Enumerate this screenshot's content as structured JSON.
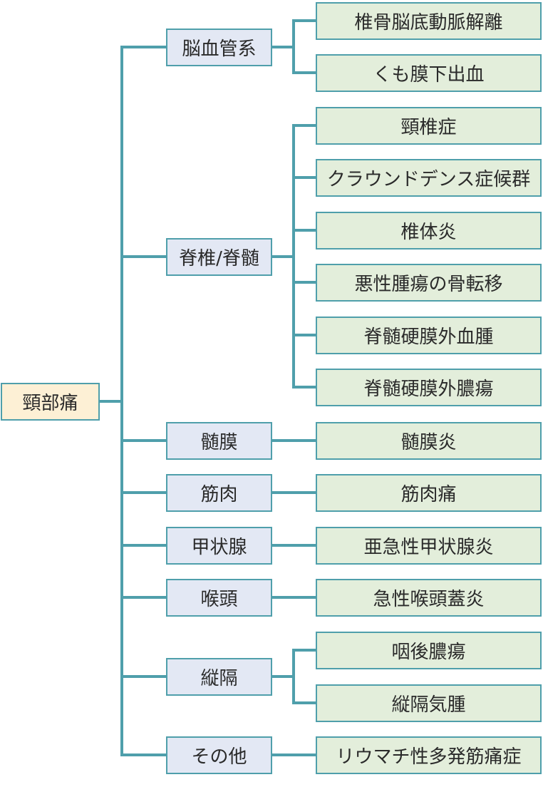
{
  "colors": {
    "connector": "#4f9fab",
    "root_fill": "#fdf0d5",
    "category_fill": "#e3e8f4",
    "leaf_fill": "#e3eedb"
  },
  "root": {
    "label": "頸部痛"
  },
  "categories": [
    {
      "label": "脳血管系",
      "children": [
        "椎骨脳底動脈解離",
        "くも膜下出血"
      ]
    },
    {
      "label": "脊椎/脊髄",
      "children": [
        "頸椎症",
        "クラウンドデンス症候群",
        "椎体炎",
        "悪性腫瘍の骨転移",
        "脊髄硬膜外血腫",
        "脊髄硬膜外膿瘍"
      ]
    },
    {
      "label": "髄膜",
      "children": [
        "髄膜炎"
      ]
    },
    {
      "label": "筋肉",
      "children": [
        "筋肉痛"
      ]
    },
    {
      "label": "甲状腺",
      "children": [
        "亜急性甲状腺炎"
      ]
    },
    {
      "label": "喉頭",
      "children": [
        "急性喉頭蓋炎"
      ]
    },
    {
      "label": "縦隔",
      "children": [
        "咽後膿瘍",
        "縦隔気腫"
      ]
    },
    {
      "label": "その他",
      "children": [
        "リウマチ性多発筋痛症"
      ]
    }
  ]
}
